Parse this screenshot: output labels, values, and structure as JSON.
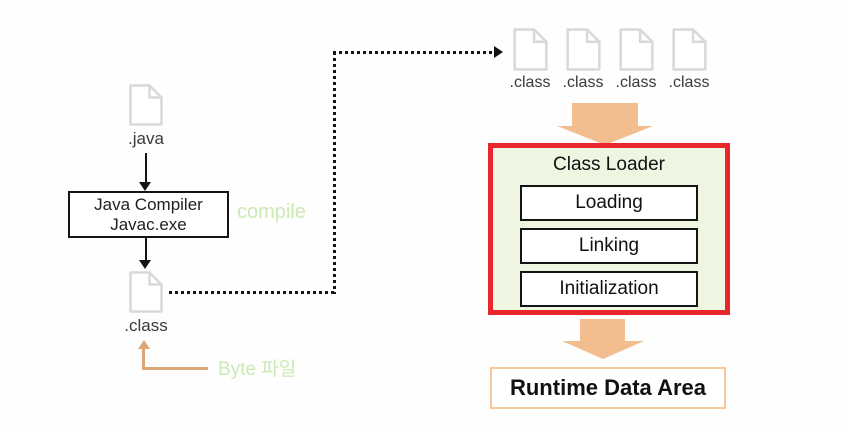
{
  "colors": {
    "accent-red": "#e8262b",
    "loader-bg": "#eef6e2",
    "arrow-orange": "#f2bd8f",
    "runtime-border": "#f4c99f",
    "byte-arrow": "#dda679",
    "soft-green-text": "#cbe9b4",
    "icon-gray": "#d9d9d9",
    "ink": "#1f1f1f"
  },
  "left_flow": {
    "source_file_label": ".java",
    "compiler": {
      "line1": "Java Compiler",
      "line2": "Javac.exe"
    },
    "compile_label": "compile",
    "bytecode_file_label": ".class",
    "byte_note": "Byte 파일"
  },
  "right_flow": {
    "class_files": [
      ".class",
      ".class",
      ".class",
      ".class"
    ],
    "class_loader": {
      "title": "Class Loader",
      "stages": [
        "Loading",
        "Linking",
        "Initialization"
      ]
    },
    "runtime_area_label": "Runtime Data Area"
  }
}
